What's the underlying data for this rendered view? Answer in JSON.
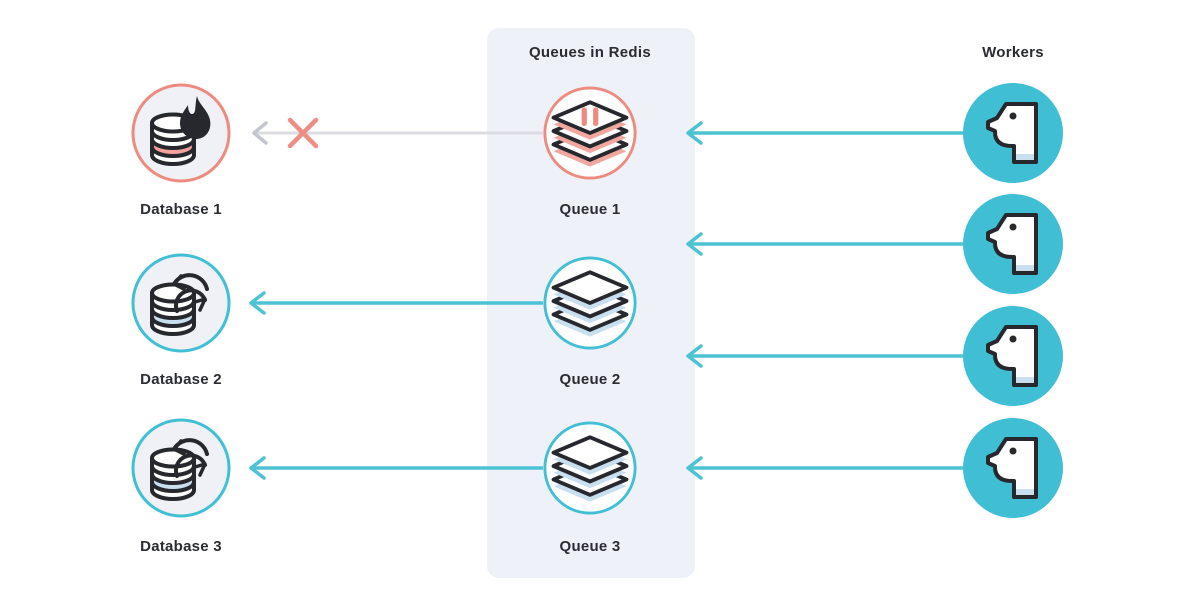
{
  "headers": {
    "queues": "Queues in Redis",
    "workers": "Workers"
  },
  "databases": [
    {
      "label": "Database 1",
      "status": "failing",
      "icon": "database-fire-icon",
      "accent": "#ee8b80"
    },
    {
      "label": "Database 2",
      "status": "syncing",
      "icon": "database-sync-icon",
      "accent": "#41bfd4"
    },
    {
      "label": "Database 3",
      "status": "syncing",
      "icon": "database-sync-icon",
      "accent": "#41bfd4"
    }
  ],
  "queues": [
    {
      "label": "Queue 1",
      "state": "paused",
      "icon": "queue-stack-paused-icon",
      "accent": "#ee8b80"
    },
    {
      "label": "Queue 2",
      "state": "active",
      "icon": "queue-stack-icon",
      "accent": "#41bfd4"
    },
    {
      "label": "Queue 3",
      "state": "active",
      "icon": "queue-stack-icon",
      "accent": "#41bfd4"
    }
  ],
  "workers": [
    {
      "icon": "worker-face-icon"
    },
    {
      "icon": "worker-face-icon"
    },
    {
      "icon": "worker-face-icon"
    },
    {
      "icon": "worker-face-icon"
    }
  ],
  "connections": [
    {
      "from": "Queue 1",
      "to": "Database 1",
      "state": "blocked",
      "marker": "x-icon",
      "color": "#dcdde2"
    },
    {
      "from": "Queue 2",
      "to": "Database 2",
      "state": "active",
      "color": "#4cc2d2"
    },
    {
      "from": "Queue 3",
      "to": "Database 3",
      "state": "active",
      "color": "#4cc2d2"
    },
    {
      "from": "Worker 1",
      "to": "Queues in Redis",
      "state": "active",
      "color": "#4cc2d2"
    },
    {
      "from": "Worker 2",
      "to": "Queues in Redis",
      "state": "active",
      "color": "#4cc2d2"
    },
    {
      "from": "Worker 3",
      "to": "Queues in Redis",
      "state": "active",
      "color": "#4cc2d2"
    },
    {
      "from": "Worker 4",
      "to": "Queues in Redis",
      "state": "active",
      "color": "#4cc2d2"
    }
  ],
  "colors": {
    "teal": "#41bfd4",
    "salmon": "#ee8b80",
    "salmon_light": "#f2a79e",
    "blue_light": "#c7dfee",
    "panel_bg": "#eff1f8",
    "line_gray": "#dcdde2",
    "arrow_gray": "#c3c6cc",
    "icon_dark": "#26282d",
    "text": "#2a2c31"
  }
}
